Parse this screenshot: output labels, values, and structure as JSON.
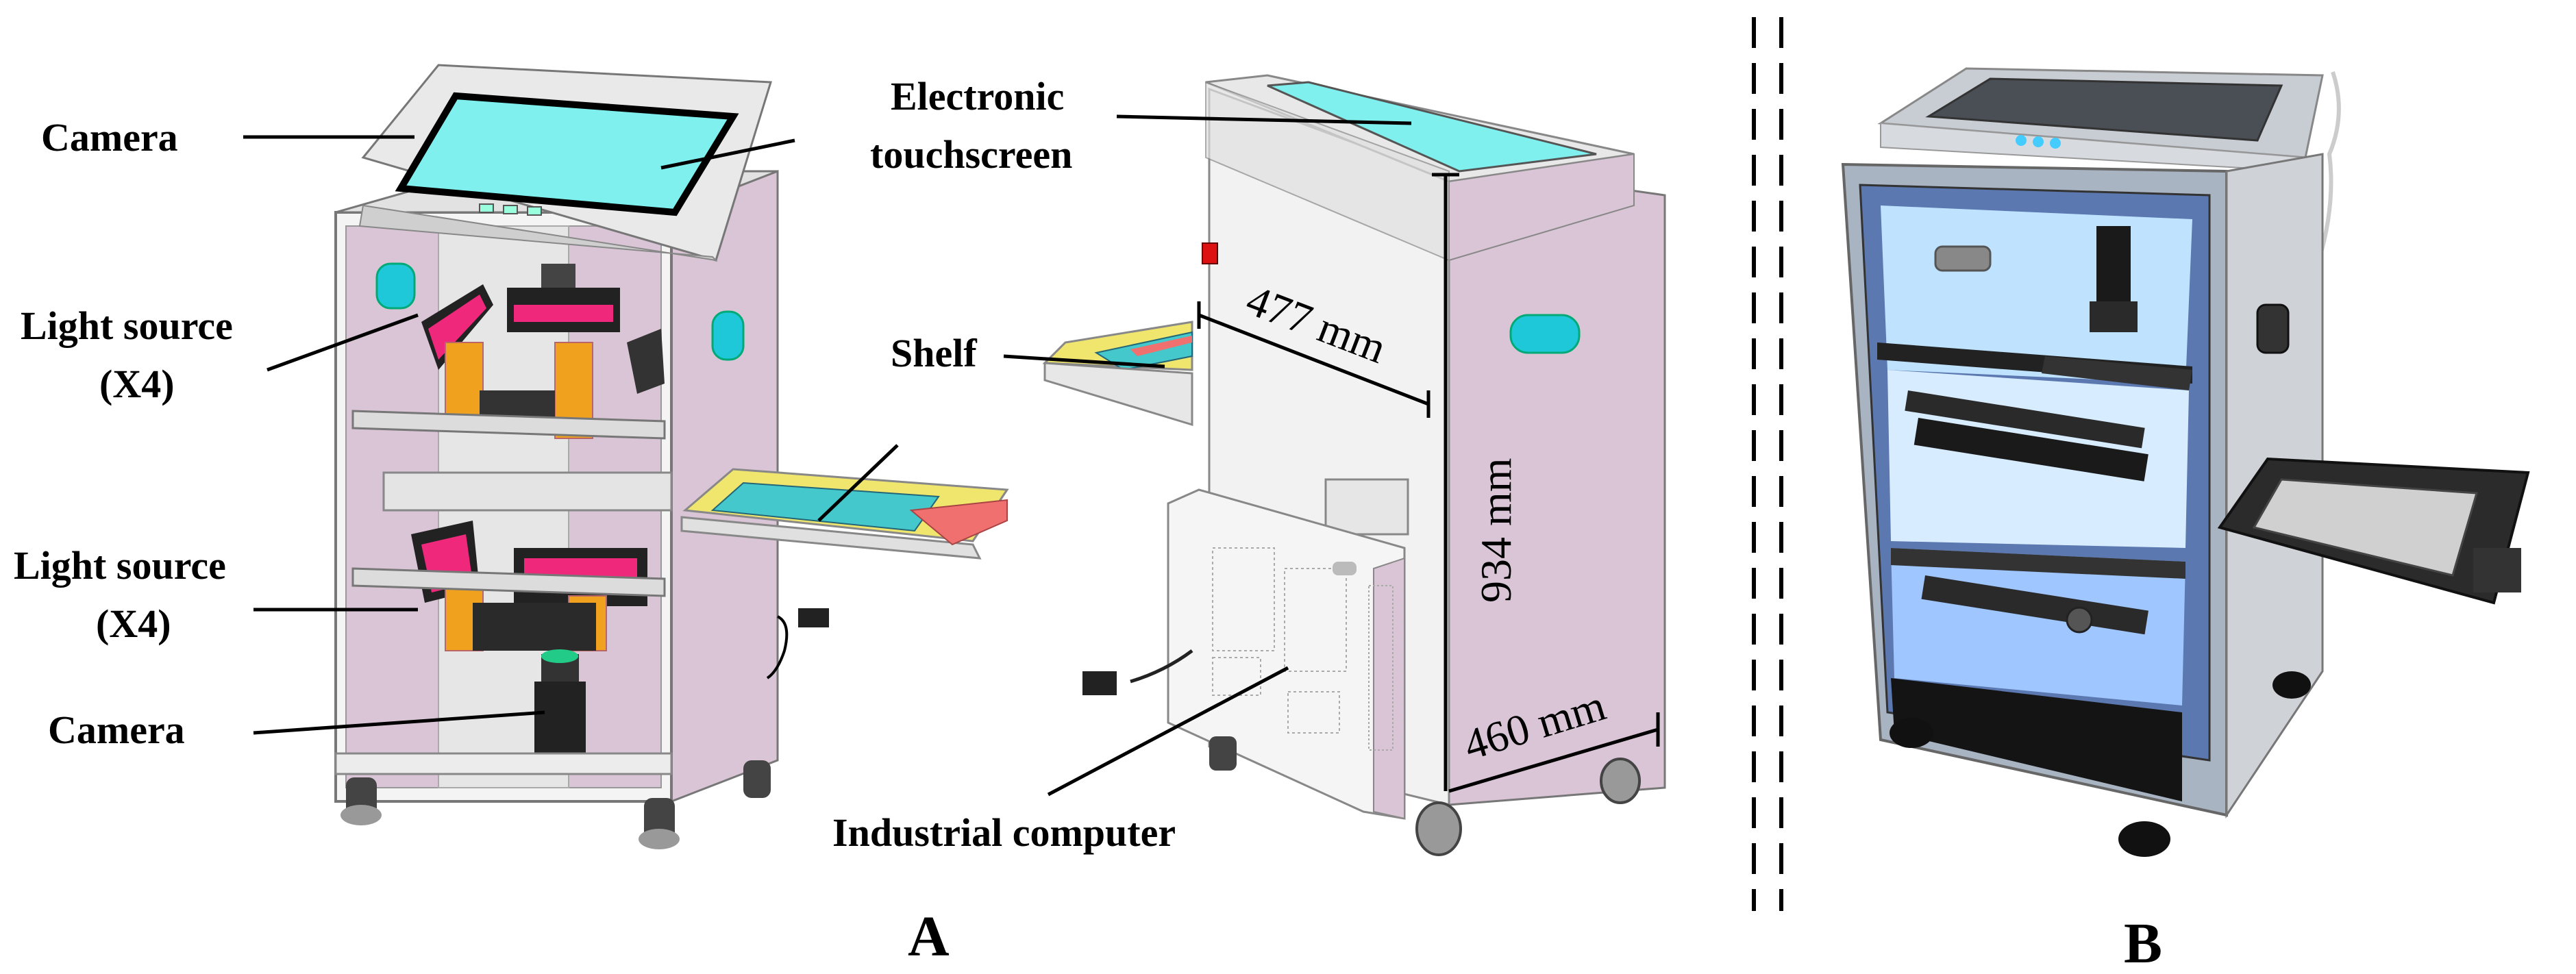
{
  "labels": {
    "camera_top": "Camera",
    "touchscreen_line1": "Electronic",
    "touchscreen_line2": "touchscreen",
    "light_upper_line1": "Light source",
    "light_upper_line2": "(X4)",
    "shelf": "Shelf",
    "light_lower_line1": "Light source",
    "light_lower_line2": "(X4)",
    "camera_bottom": "Camera",
    "computer": "Industrial computer"
  },
  "dimensions": {
    "depth": "477 mm",
    "height": "934 mm",
    "width": "460 mm"
  },
  "panels": {
    "a": "A",
    "b": "B"
  },
  "colors": {
    "cabinet_side": "#d9c5d6",
    "cabinet_front": "#eeeeee",
    "screen": "#7ff0ee",
    "light_magenta": "#f0287c",
    "bracket_orange": "#f0a21e",
    "led_blue": "#bfe3ff",
    "photo_frame": "#a9b4c3"
  }
}
